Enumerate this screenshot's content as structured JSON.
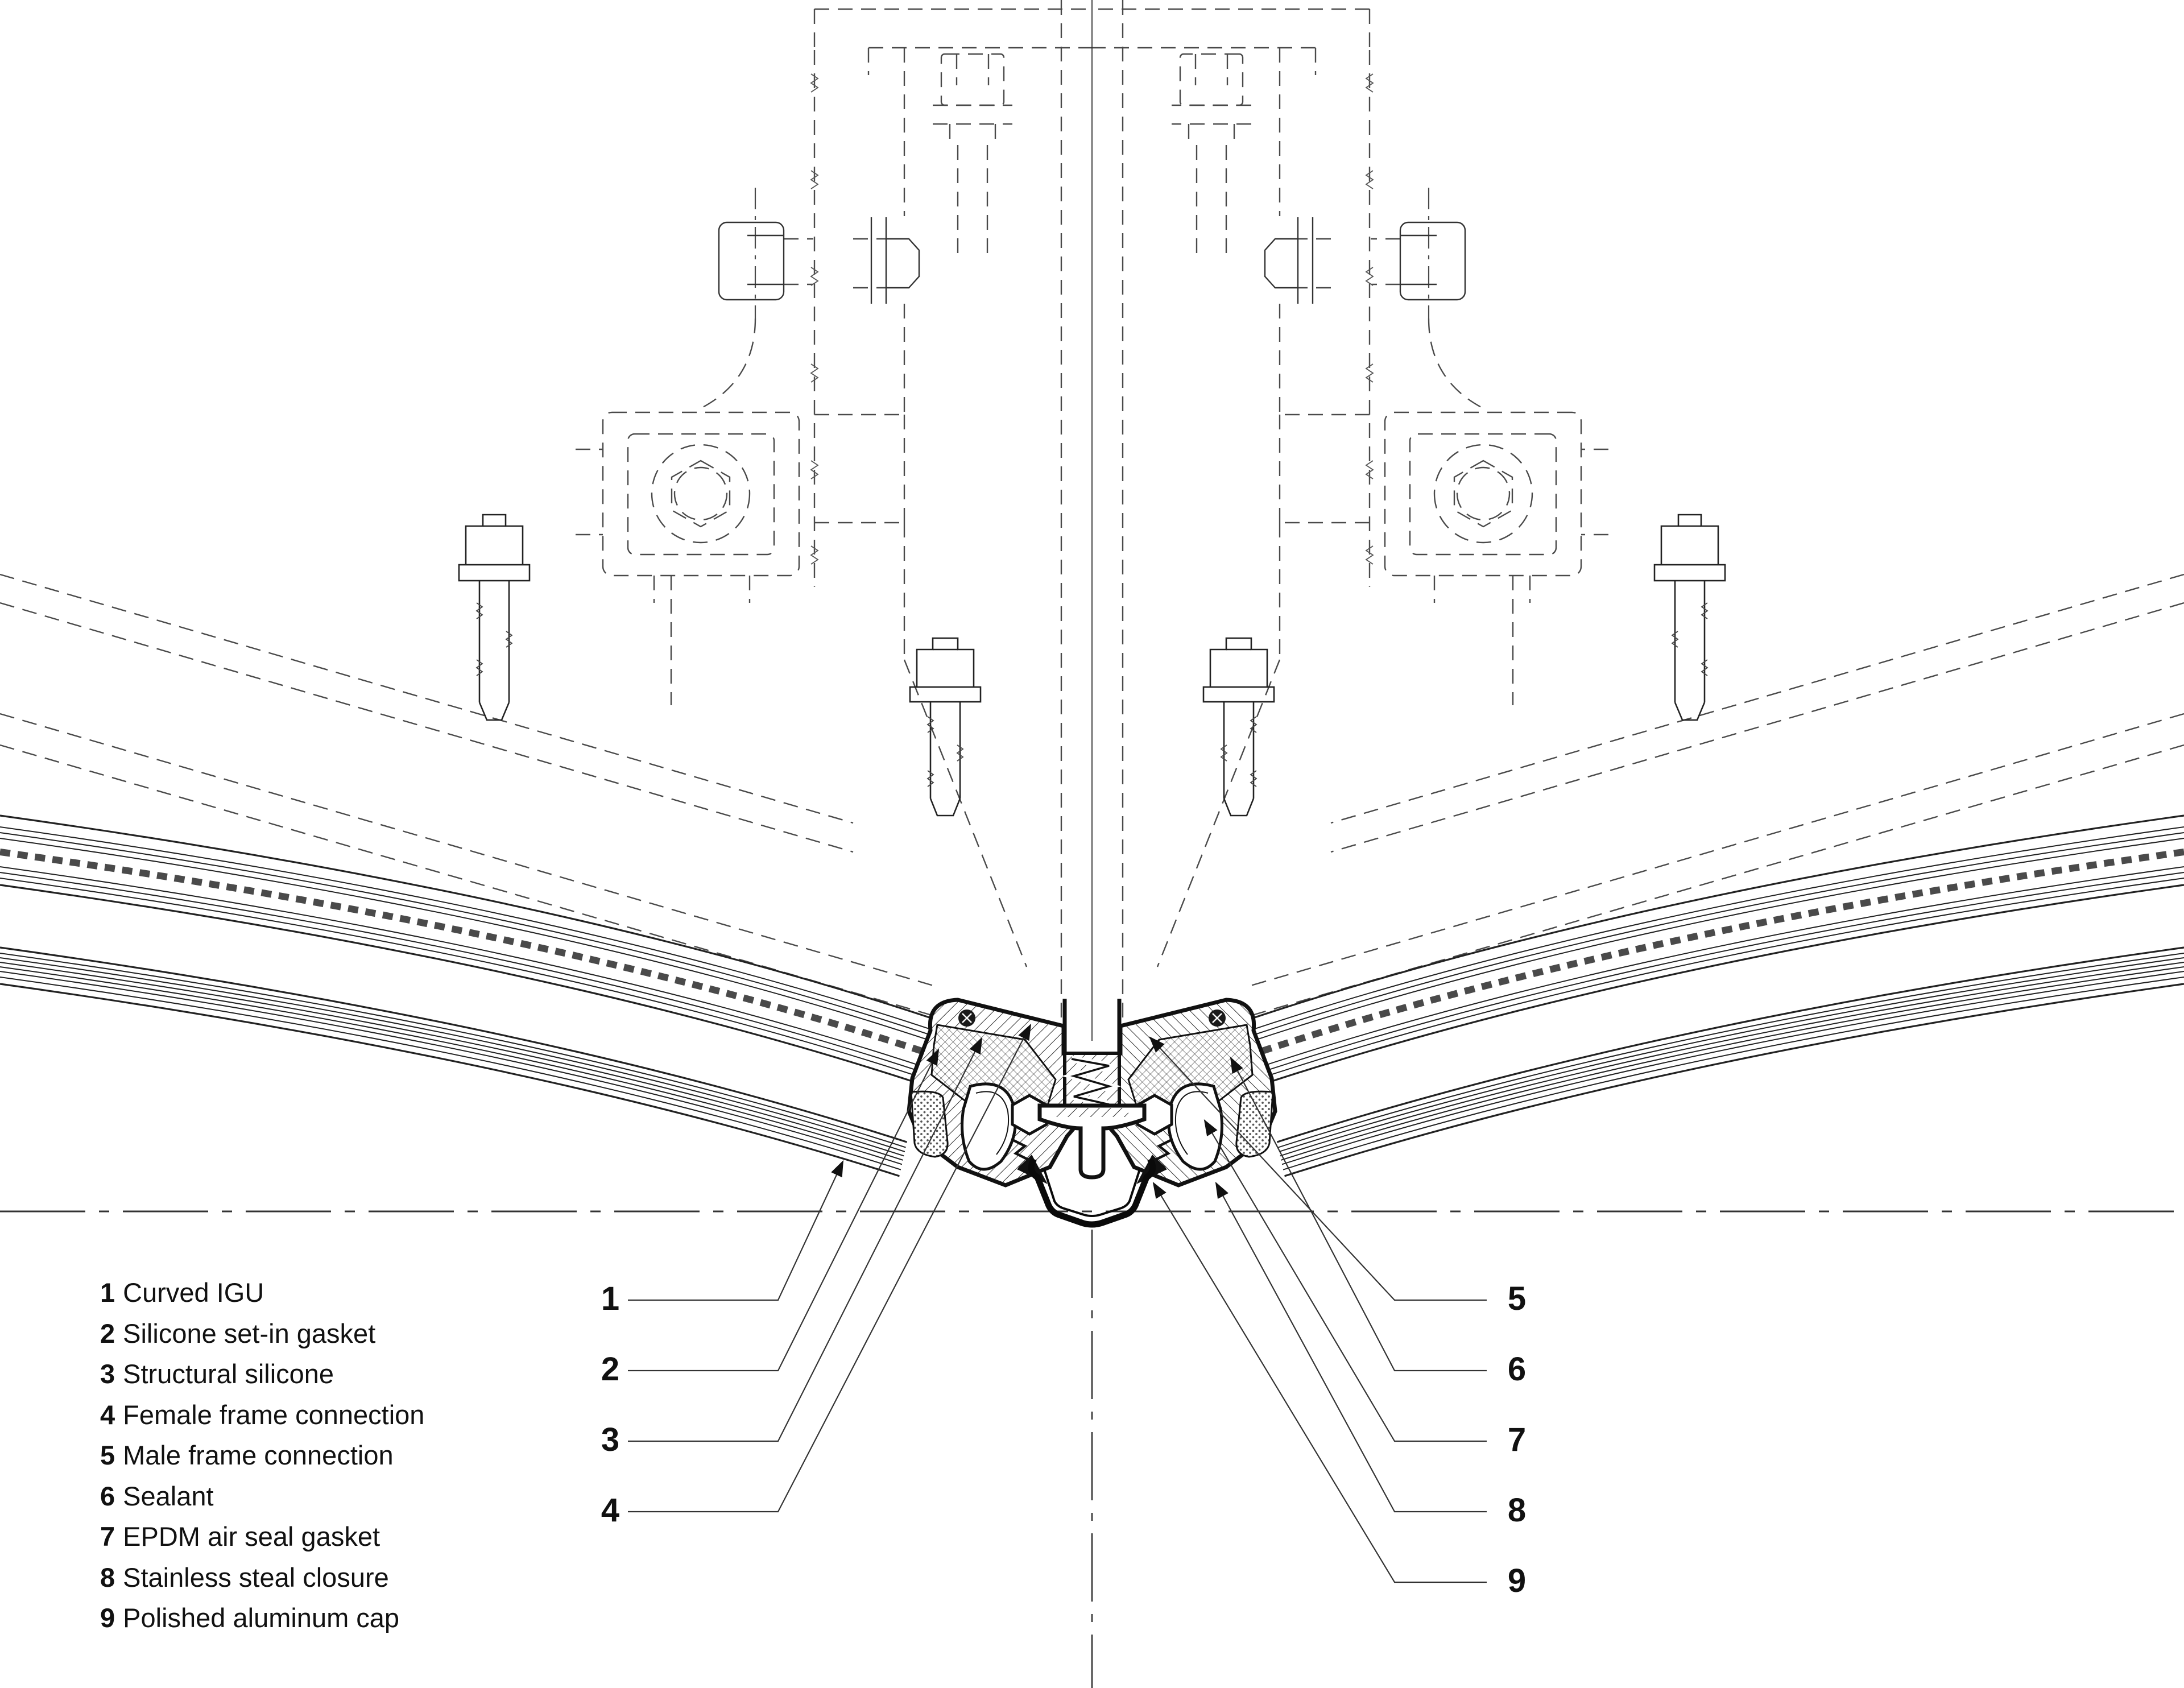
{
  "legend": {
    "items": [
      {
        "num": "1",
        "label": "Curved IGU"
      },
      {
        "num": "2",
        "label": "Silicone set-in gasket"
      },
      {
        "num": "3",
        "label": "Structural silicone"
      },
      {
        "num": "4",
        "label": "Female frame connection"
      },
      {
        "num": "5",
        "label": "Male frame connection"
      },
      {
        "num": "6",
        "label": "Sealant"
      },
      {
        "num": "7",
        "label": "EPDM air seal gasket"
      },
      {
        "num": "8",
        "label": "Stainless steal closure"
      },
      {
        "num": "9",
        "label": "Polished aluminum cap"
      }
    ]
  },
  "callouts": {
    "left": [
      "1",
      "2",
      "3",
      "4"
    ],
    "right": [
      "5",
      "6",
      "7",
      "8",
      "9"
    ]
  },
  "colors": {
    "ink": "#1a1a1a",
    "paper": "#ffffff",
    "phantom_line": "#4a4a4a",
    "centerline": "#333333"
  }
}
